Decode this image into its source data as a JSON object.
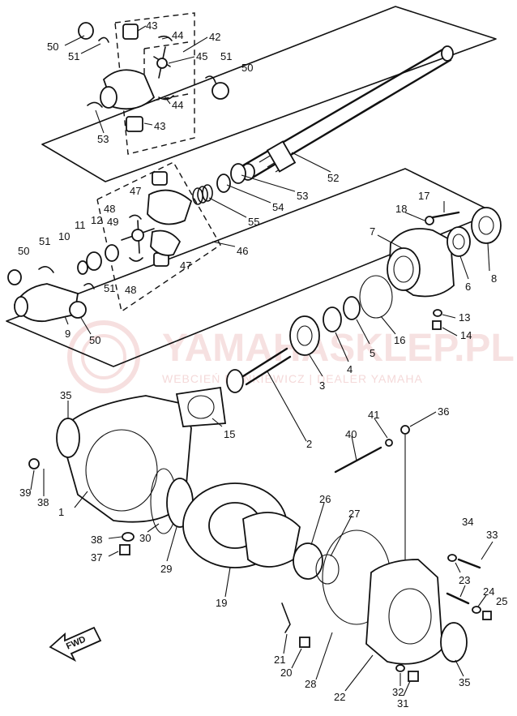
{
  "watermark": {
    "title": "YAMAHASKLEP.PL",
    "subtitle": "WEBCIEŃ MAŃKIEWICZ | DEALER YAMAHA"
  },
  "fwd_label": "FWD",
  "callouts": [
    {
      "id": "1",
      "label": "1"
    },
    {
      "id": "2",
      "label": "2"
    },
    {
      "id": "3",
      "label": "3"
    },
    {
      "id": "4",
      "label": "4"
    },
    {
      "id": "5",
      "label": "5"
    },
    {
      "id": "6",
      "label": "6"
    },
    {
      "id": "7",
      "label": "7"
    },
    {
      "id": "8",
      "label": "8"
    },
    {
      "id": "9",
      "label": "9"
    },
    {
      "id": "10",
      "label": "10"
    },
    {
      "id": "11",
      "label": "11"
    },
    {
      "id": "12",
      "label": "12"
    },
    {
      "id": "13",
      "label": "13"
    },
    {
      "id": "14",
      "label": "14"
    },
    {
      "id": "15",
      "label": "15"
    },
    {
      "id": "16",
      "label": "16"
    },
    {
      "id": "17",
      "label": "17"
    },
    {
      "id": "18",
      "label": "18"
    },
    {
      "id": "19",
      "label": "19"
    },
    {
      "id": "20",
      "label": "20"
    },
    {
      "id": "21",
      "label": "21"
    },
    {
      "id": "22",
      "label": "22"
    },
    {
      "id": "23",
      "label": "23"
    },
    {
      "id": "24",
      "label": "24"
    },
    {
      "id": "25",
      "label": "25"
    },
    {
      "id": "26",
      "label": "26"
    },
    {
      "id": "27",
      "label": "27"
    },
    {
      "id": "28",
      "label": "28"
    },
    {
      "id": "29",
      "label": "29"
    },
    {
      "id": "30",
      "label": "30"
    },
    {
      "id": "31",
      "label": "31"
    },
    {
      "id": "32",
      "label": "32"
    },
    {
      "id": "33",
      "label": "33"
    },
    {
      "id": "34",
      "label": "34"
    },
    {
      "id": "35a",
      "label": "35"
    },
    {
      "id": "35b",
      "label": "35"
    },
    {
      "id": "36",
      "label": "36"
    },
    {
      "id": "37",
      "label": "37"
    },
    {
      "id": "38a",
      "label": "38"
    },
    {
      "id": "38b",
      "label": "38"
    },
    {
      "id": "39",
      "label": "39"
    },
    {
      "id": "40",
      "label": "40"
    },
    {
      "id": "41",
      "label": "41"
    },
    {
      "id": "42",
      "label": "42"
    },
    {
      "id": "43a",
      "label": "43"
    },
    {
      "id": "43b",
      "label": "43"
    },
    {
      "id": "44a",
      "label": "44"
    },
    {
      "id": "44b",
      "label": "44"
    },
    {
      "id": "45",
      "label": "45"
    },
    {
      "id": "46",
      "label": "46"
    },
    {
      "id": "47a",
      "label": "47"
    },
    {
      "id": "47b",
      "label": "47"
    },
    {
      "id": "48a",
      "label": "48"
    },
    {
      "id": "48b",
      "label": "48"
    },
    {
      "id": "49",
      "label": "49"
    },
    {
      "id": "50a",
      "label": "50"
    },
    {
      "id": "50b",
      "label": "50"
    },
    {
      "id": "50c",
      "label": "50"
    },
    {
      "id": "50d",
      "label": "50"
    },
    {
      "id": "51a",
      "label": "51"
    },
    {
      "id": "51b",
      "label": "51"
    },
    {
      "id": "51c",
      "label": "51"
    },
    {
      "id": "51d",
      "label": "51"
    },
    {
      "id": "52",
      "label": "52"
    },
    {
      "id": "53a",
      "label": "53"
    },
    {
      "id": "53b",
      "label": "53"
    },
    {
      "id": "54",
      "label": "54"
    },
    {
      "id": "55",
      "label": "55"
    }
  ]
}
